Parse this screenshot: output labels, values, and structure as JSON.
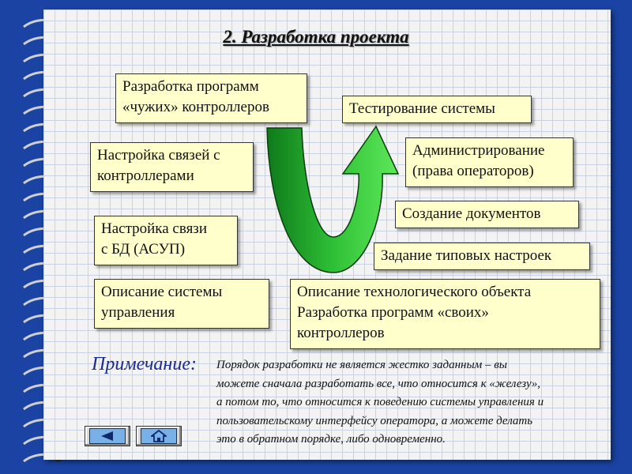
{
  "slide": {
    "title": "2. Разработка проекта",
    "boxes": {
      "dev_foreign": [
        "Разработка программ",
        "«чужих» контроллеров"
      ],
      "config_links": [
        "Настройка связей с",
        "контроллерами"
      ],
      "config_db": [
        "Настройка связи",
        "с БД (АСУП)"
      ],
      "describe_system": [
        "Описание системы",
        "управления"
      ],
      "testing": [
        "Тестирование системы"
      ],
      "admin": [
        "Администрирование",
        "(права операторов)"
      ],
      "documents": [
        "Создание документов"
      ],
      "typical_settings": [
        "Задание типовых настроек"
      ],
      "describe_object": [
        "Описание технологического объекта",
        "Разработка программ «своих»",
        "контроллеров"
      ]
    },
    "note": {
      "label": "Примечание:",
      "lines": [
        "Порядок разработки не является жестко заданным – вы",
        "можете сначала разработать все, что относится к «железу»,",
        "а потом то, что относится к поведению системы управления и",
        "пользовательскому интерфейсу оператора, а можете делать",
        "это в обратном порядке, либо одновременно."
      ]
    }
  },
  "nav": {
    "back_icon": "triangle-left-icon",
    "home_icon": "home-icon"
  },
  "colors": {
    "background": "#1a43a3",
    "box_fill": "#ffffcc",
    "arrow_green": "#33cc33",
    "note_label": "#1a2a8a"
  }
}
